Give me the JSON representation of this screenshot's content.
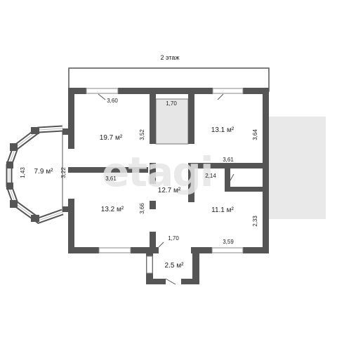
{
  "title": "2 этаж",
  "watermark": "etagi",
  "rooms": [
    {
      "id": "room-19-7",
      "area": "19.7 м²"
    },
    {
      "id": "room-13-1",
      "area": "13.1 м²"
    },
    {
      "id": "room-7-9",
      "area": "7.9 м²"
    },
    {
      "id": "room-12-7",
      "area": "12.7 м²"
    },
    {
      "id": "room-13-2",
      "area": "13.2 м²"
    },
    {
      "id": "room-11-1",
      "area": "11.1 м²"
    },
    {
      "id": "room-2-5",
      "area": "2.5 м²"
    }
  ],
  "dimensions": {
    "top_left_width": "3,60",
    "stair_width": "1,70",
    "left_room_height": "3,52",
    "right_room_height": "3,64",
    "bay_height": "3,22",
    "bay_side": "1,43",
    "middle_width_left": "3,61",
    "middle_width_right": "3,61",
    "small_room": "2,14",
    "bottom_left_height": "3,66",
    "bottom_right_height": "2,33",
    "bottom_corridor": "1,70",
    "bottom_right_width": "3,59"
  },
  "colors": {
    "wall": "#555555",
    "stair": "#e6e6e6",
    "balcony": "#e9e9e9",
    "window": "#bfbfbf"
  }
}
